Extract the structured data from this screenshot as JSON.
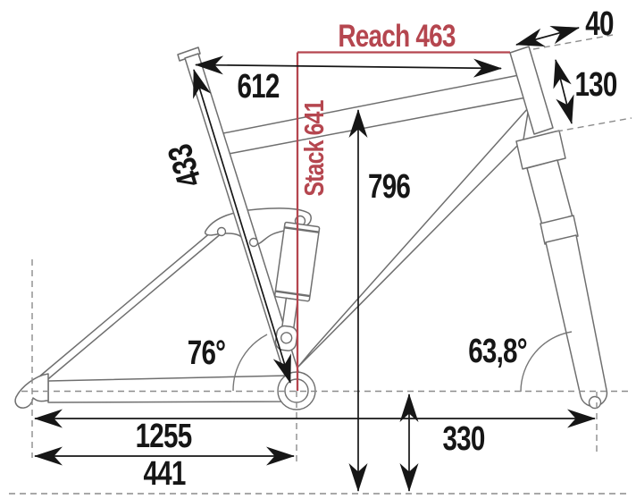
{
  "diagram": {
    "type": "bike-frame-geometry",
    "reach_label": "Reach 463",
    "stack_label": "Stack 641",
    "top_tube_length": "612",
    "seat_tube_length": "433",
    "standover_height": "796",
    "stem_spacer_height": "40",
    "head_tube_length": "130",
    "seat_tube_angle": "76°",
    "head_tube_angle": "63,8°",
    "wheelbase": "1255",
    "chainstay_length": "441",
    "bb_height": "330"
  },
  "colors": {
    "accent_red": "#b5464f",
    "dimension_black": "#161616",
    "frame_gray": "#6f6f6f",
    "dashed_gray": "#8c8c8c",
    "background": "#ffffff"
  }
}
